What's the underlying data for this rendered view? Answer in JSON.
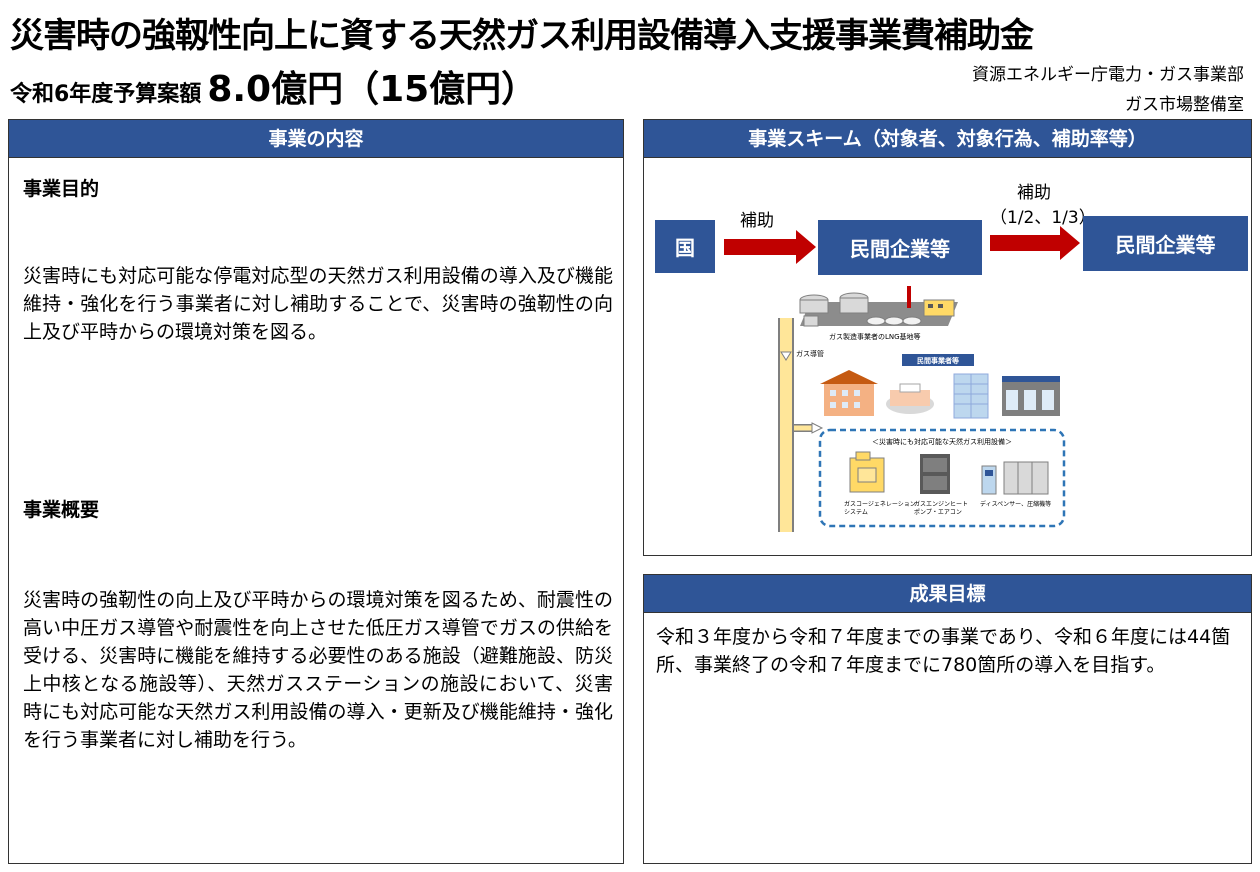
{
  "header": {
    "title": "災害時の強靱性向上に資する天然ガス利用設備導入支援事業費補助金",
    "budget_label": "令和6年度予算案額",
    "budget_amount": "8.0億円（15億円）",
    "dept_line1": "資源エネルギー庁電力・ガス事業部",
    "dept_line2": "ガス市場整備室"
  },
  "content_panel": {
    "heading": "事業の内容",
    "purpose_heading": "事業目的",
    "purpose_text": "災害時にも対応可能な停電対応型の天然ガス利用設備の導入及び機能維持・強化を行う事業者に対し補助することで、災害時の強靭性の向上及び平時からの環境対策を図る。",
    "summary_heading": "事業概要",
    "summary_text": "災害時の強靭性の向上及び平時からの環境対策を図るため、耐震性の高い中圧ガス導管や耐震性を向上させた低圧ガス導管でガスの供給を受ける、災害時に機能を維持する必要性のある施設（避難施設、防災上中核となる施設等）、天然ガスステーションの施設において、災害時にも対応可能な天然ガス利用設備の導入・更新及び機能維持・強化を行う事業者に対し補助を行う。"
  },
  "scheme_panel": {
    "heading": "事業スキーム（対象者、対象行為、補助率等）",
    "box_country": "国",
    "box_private1": "民間企業等",
    "box_private2": "民間企業等",
    "arrow1_label": "補助",
    "arrow2_label_line1": "補助",
    "arrow2_label_line2": "（1/2、1/3）",
    "illus_lng_label": "ガス製造事業者のLNG基地等",
    "illus_pipe_label": "ガス導管",
    "illus_private_label": "民間事業者等",
    "illus_equipment_label": "＜災害時にも対応可能な天然ガス利用設備＞",
    "illus_cogen_label_line1": "ガスコージェネレーション",
    "illus_cogen_label_line2": "システム",
    "illus_ghp_label_line1": "ガスエンジンヒート",
    "illus_ghp_label_line2": "ポンプ・エアコン",
    "illus_disp_label": "ディスペンサー、圧縮機等"
  },
  "result_panel": {
    "heading": "成果目標",
    "text": "令和３年度から令和７年度までの事業であり、令和６年度には44箇所、事業終了の令和７年度までに780箇所の導入を目指す。"
  },
  "colors": {
    "header_blue": "#2f5597",
    "arrow_red": "#c00000",
    "dashed_blue": "#2e75b6",
    "pipe_yellow": "#ffe699"
  }
}
